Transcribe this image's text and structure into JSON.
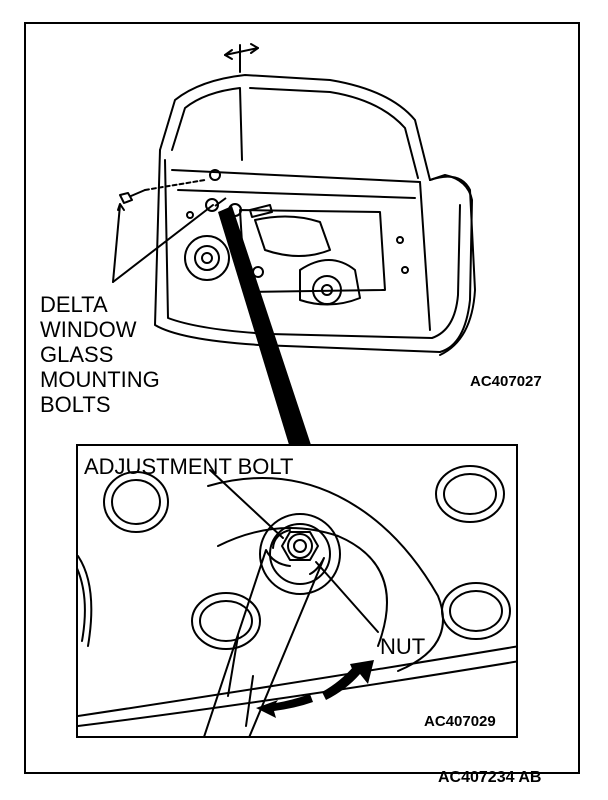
{
  "labels": {
    "mounting_bolts": "DELTA\nWINDOW\nGLASS\nMOUNTING\nBOLTS",
    "adjustment_bolt": "ADJUSTMENT BOLT",
    "nut": "NUT"
  },
  "figure_codes": {
    "door_view": "AC407027",
    "detail_view": "AC407029",
    "page": "AC407234 AB"
  }
}
